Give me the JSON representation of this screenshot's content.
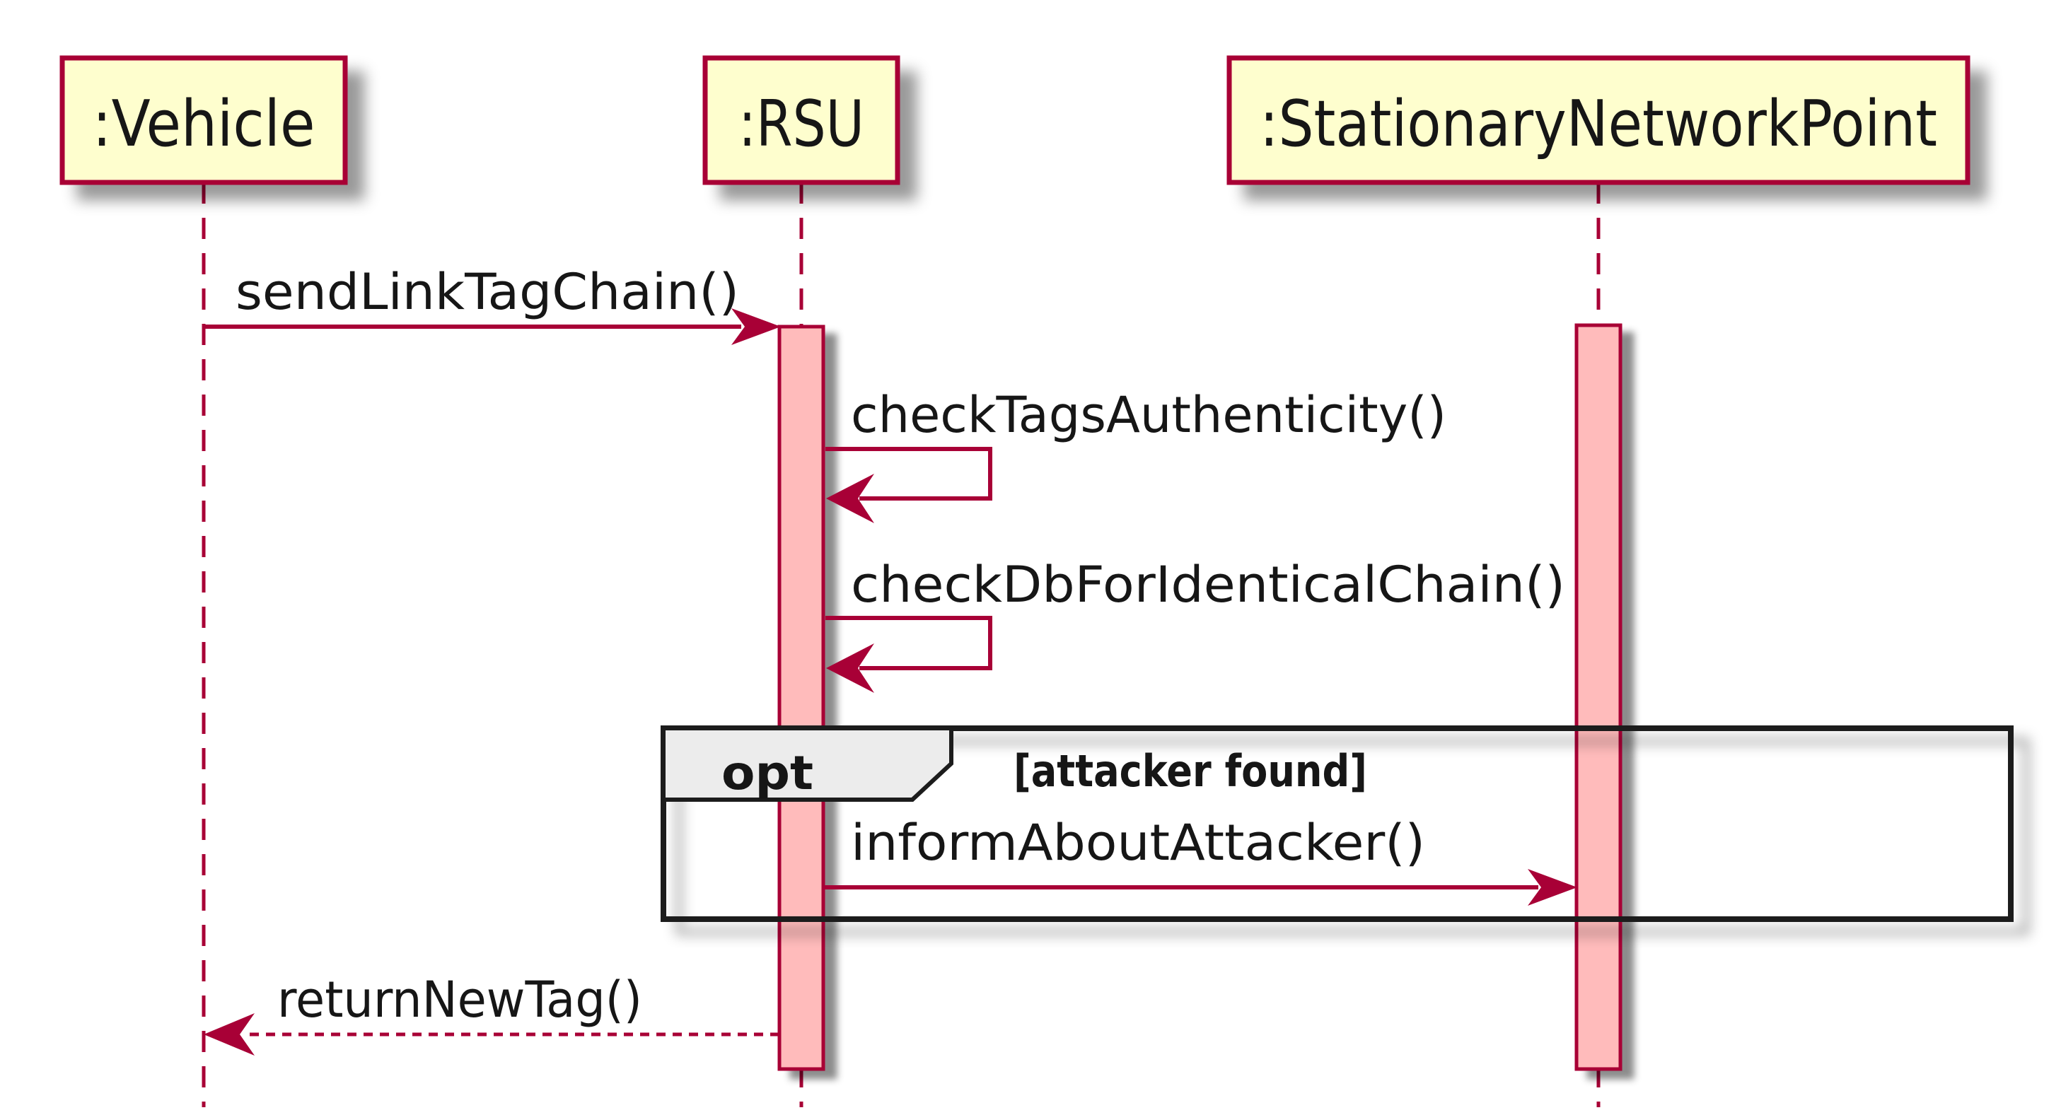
{
  "diagram_type": "uml-sequence-diagram",
  "colors": {
    "background": "#FFFFFF",
    "stroke_accent": "#A80036",
    "participant_fill": "#FEFECE",
    "activation_fill": "#FFBBBB",
    "fragment_border": "#1C1C1C",
    "operator_fill": "#ECECEC",
    "text": "#161616",
    "shadow": "#999999"
  },
  "participants": [
    {
      "id": "vehicle",
      "label": ":Vehicle"
    },
    {
      "id": "rsu",
      "label": ":RSU"
    },
    {
      "id": "stationary_network_point",
      "label": ":StationaryNetworkPoint"
    }
  ],
  "messages": [
    {
      "id": "send_link_tag_chain",
      "label": "sendLinkTagChain()",
      "from": "vehicle",
      "to": "rsu",
      "line": "solid",
      "kind": "call"
    },
    {
      "id": "check_tags_authenticity",
      "label": "checkTagsAuthenticity()",
      "from": "rsu",
      "to": "rsu",
      "line": "solid",
      "kind": "self-call"
    },
    {
      "id": "check_db_for_identical_chain",
      "label": "checkDbForIdenticalChain()",
      "from": "rsu",
      "to": "rsu",
      "line": "solid",
      "kind": "self-call"
    },
    {
      "id": "inform_about_attacker",
      "label": "informAboutAttacker()",
      "from": "rsu",
      "to": "stationary_network_point",
      "line": "solid",
      "kind": "call"
    },
    {
      "id": "return_new_tag",
      "label": "returnNewTag()",
      "from": "rsu",
      "to": "vehicle",
      "line": "dashed",
      "kind": "return"
    }
  ],
  "fragments": [
    {
      "operator": "opt",
      "guard": "[attacker found]",
      "contains": [
        "inform_about_attacker"
      ]
    }
  ]
}
